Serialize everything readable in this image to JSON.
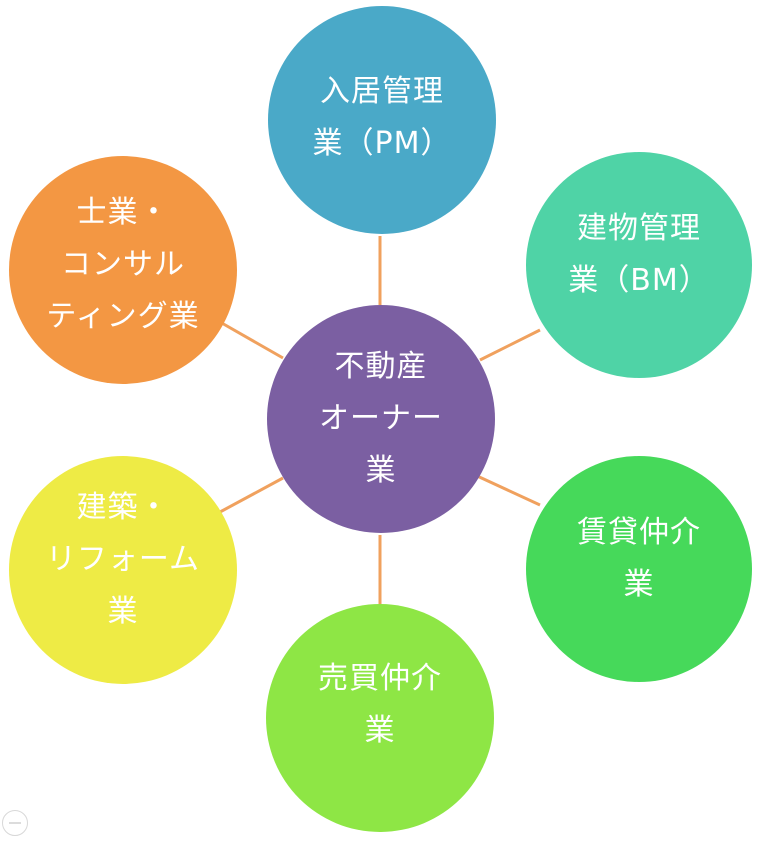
{
  "center": {
    "lines": [
      "不動産",
      "オーナー",
      "業"
    ],
    "color": "#7b5fa2"
  },
  "nodes": [
    {
      "id": "pm",
      "lines": [
        "入居管理",
        "業（PM）"
      ],
      "color": "#4aa9c8"
    },
    {
      "id": "bm",
      "lines": [
        "建物管理",
        "業（BM）"
      ],
      "color": "#4fd3a6"
    },
    {
      "id": "leasing",
      "lines": [
        "賃貸仲介",
        "業"
      ],
      "color": "#46d95a"
    },
    {
      "id": "sales",
      "lines": [
        "売買仲介",
        "業"
      ],
      "color": "#8ee645"
    },
    {
      "id": "reform",
      "lines": [
        "建築・",
        "リフォーム",
        "業"
      ],
      "color": "#eeeb45"
    },
    {
      "id": "consulting",
      "lines": [
        "士業・",
        "コンサル",
        "ティング業"
      ],
      "color": "#f39743"
    }
  ],
  "connector_color": "#f0a15e"
}
